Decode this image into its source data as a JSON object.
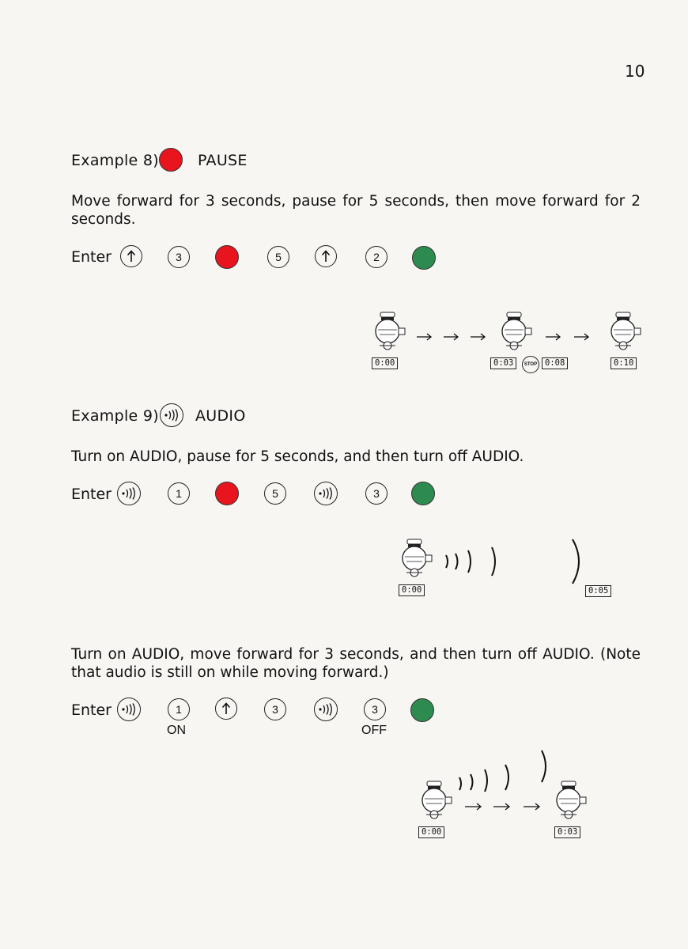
{
  "page_number": "10",
  "example8": {
    "title": "Example 8)",
    "label": "PAUSE",
    "description": "Move forward for 3 seconds, pause for 5 seconds, then move forward for 2 seconds.",
    "enter_label": "Enter",
    "keys": [
      "3",
      "5",
      "2"
    ],
    "timers": [
      "0:00",
      "0:03",
      "0:08",
      "0:10"
    ],
    "stop_label": "STOP"
  },
  "example9": {
    "title": "Example 9)",
    "label": "AUDIO",
    "description": "Turn on AUDIO, pause for 5 seconds, and then turn off AUDIO.",
    "enter_label": "Enter",
    "keys": [
      "1",
      "5",
      "3"
    ],
    "timers": [
      "0:00",
      "0:05"
    ]
  },
  "example9b": {
    "description": "Turn on AUDIO, move forward for 3 seconds, and then turn off AUDIO. (Note that audio is still on while moving forward.)",
    "enter_label": "Enter",
    "keys": [
      "1",
      "3",
      "3"
    ],
    "on_label": "ON",
    "off_label": "OFF",
    "timers": [
      "0:00",
      "0:03"
    ]
  },
  "colors": {
    "pause_red": "#e8141e",
    "go_green": "#2e8b50"
  }
}
